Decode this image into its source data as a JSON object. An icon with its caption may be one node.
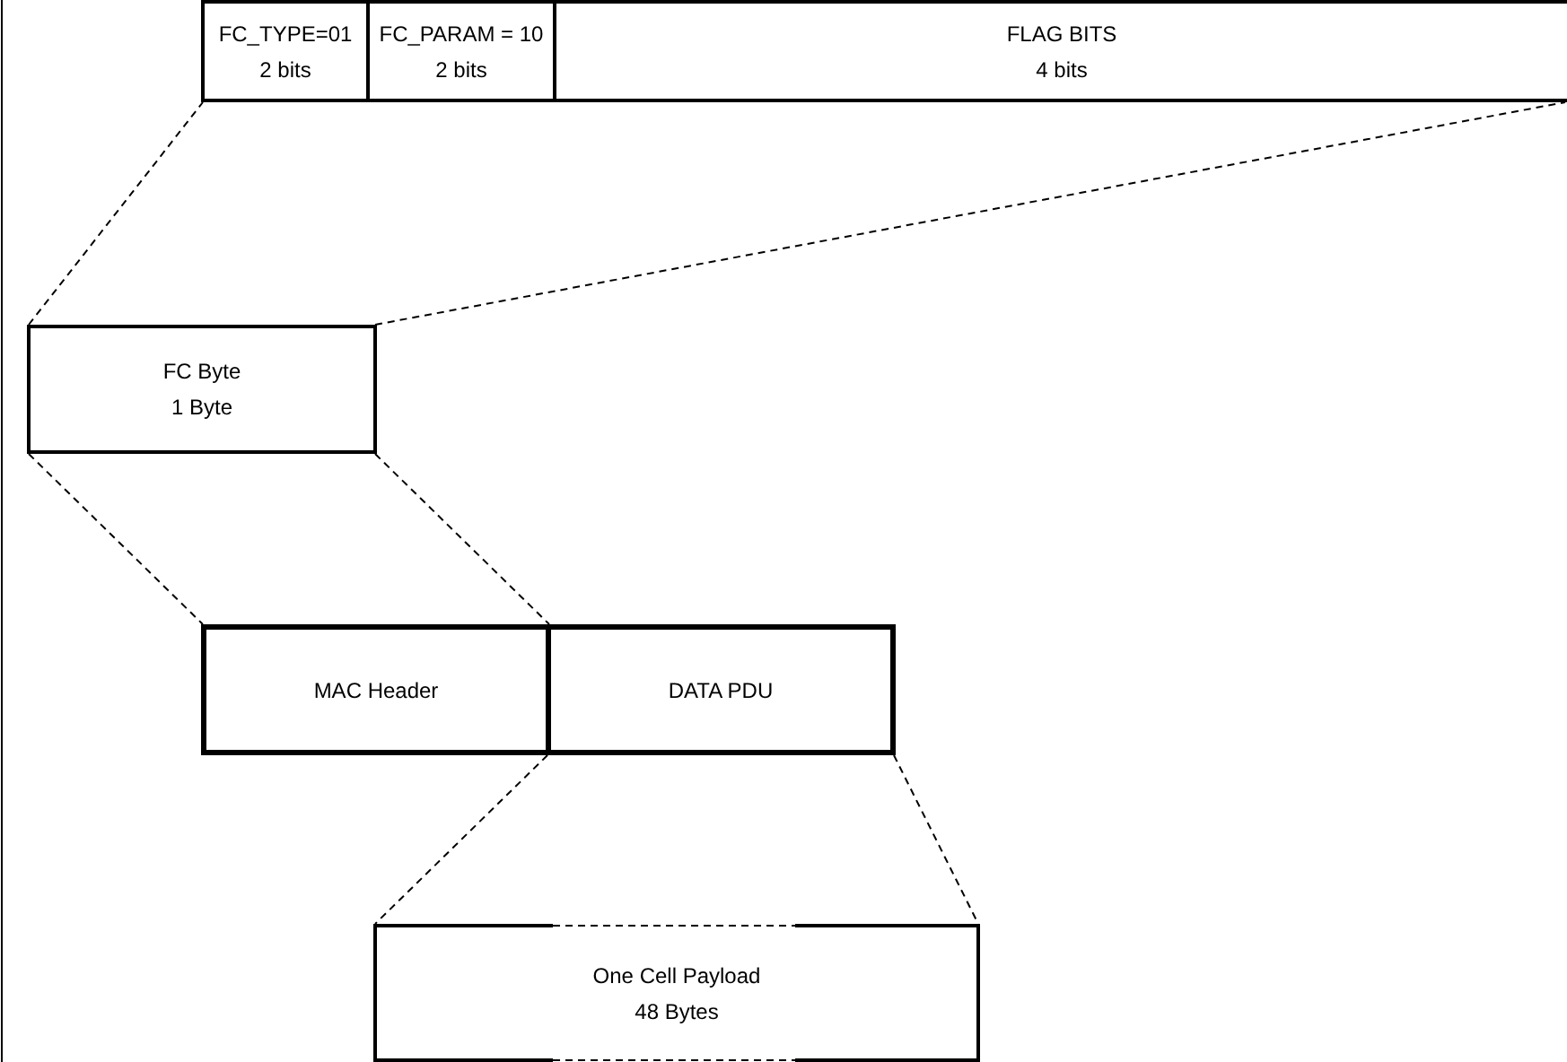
{
  "diagram": {
    "nodes": [
      {
        "text": [
          "FC_TYPE=01",
          "2 bits"
        ]
      },
      {
        "text": [
          "FC_PARAM = 10",
          "2 bits"
        ]
      },
      {
        "text": [
          "FLAG BITS",
          "4 bits"
        ]
      },
      {
        "text": [
          "FC Byte",
          "1 Byte"
        ]
      },
      {
        "text": [
          "MAC Header"
        ]
      },
      {
        "text": [
          "DATA PDU"
        ]
      },
      {
        "text": [
          "One Cell Payload",
          "48 Bytes"
        ]
      }
    ],
    "edges": [
      {
        "from": 3,
        "to": 0,
        "arrow": "none",
        "style": "dashed"
      },
      {
        "from": 3,
        "to": 2,
        "arrow": "none",
        "style": "dashed"
      },
      {
        "from": 3,
        "to": 4,
        "arrow": "none",
        "style": "dashed"
      },
      {
        "from": 3,
        "to": 4,
        "arrow": "none",
        "style": "dashed"
      },
      {
        "from": 5,
        "to": 6,
        "arrow": "none",
        "style": "dashed"
      },
      {
        "from": 5,
        "to": 6,
        "arrow": "none",
        "style": "dashed"
      }
    ]
  }
}
